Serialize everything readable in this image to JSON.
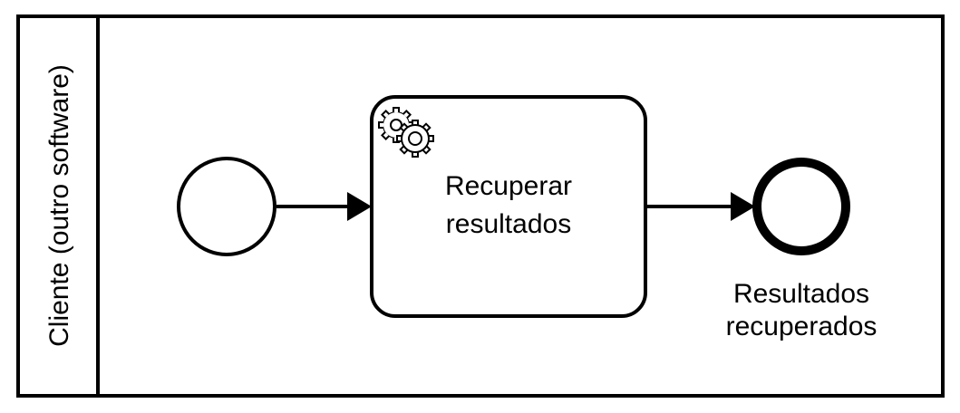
{
  "pool": {
    "label": "Cliente (outro software)"
  },
  "nodes": {
    "start_event": {
      "kind": "bpmn-start-event",
      "label": ""
    },
    "service_task": {
      "kind": "bpmn-service-task",
      "icon": "gears-icon",
      "label_lines": [
        "Recuperar",
        "resultados"
      ]
    },
    "end_event": {
      "kind": "bpmn-end-event",
      "label_lines": [
        "Resultados",
        "recuperados"
      ]
    }
  },
  "edges": [
    {
      "from": "start_event",
      "to": "service_task"
    },
    {
      "from": "service_task",
      "to": "end_event"
    }
  ],
  "colors": {
    "stroke": "#000000",
    "fill": "#ffffff"
  }
}
